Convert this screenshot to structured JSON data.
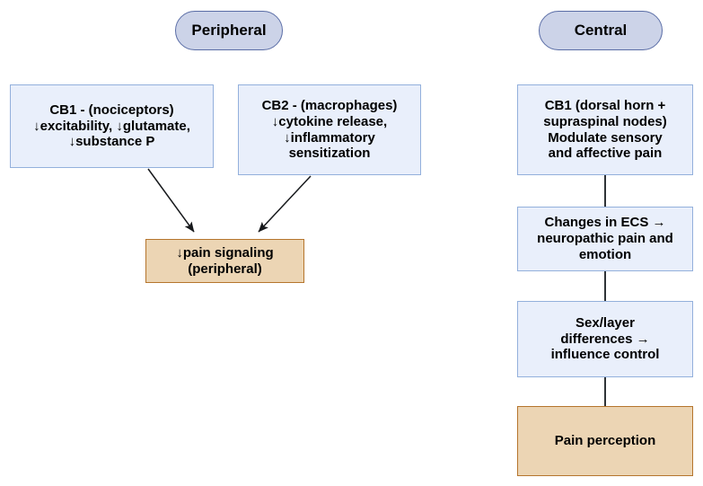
{
  "diagram": {
    "title_columns": [
      {
        "id": "peripheral",
        "label": "Peripheral"
      },
      {
        "id": "central",
        "label": "Central"
      }
    ],
    "colors": {
      "pill_fill": "#ccd3e8",
      "pill_border": "#5a6da6",
      "process_fill": "#e9effb",
      "process_border": "#93b0dc",
      "outcome_fill": "#ecd5b4",
      "outcome_border": "#b5752d",
      "connector": "#2f3337"
    },
    "peripheral": {
      "cb1": "CB1 - (nociceptors)\n↓excitability, ↓glutamate,\n↓substance P",
      "cb2": "CB2 - (macrophages)\n↓cytokine release,\n↓inflammatory\nsensitization",
      "outcome": "↓pain signaling\n(peripheral)"
    },
    "central": {
      "cb1": "CB1 (dorsal horn +\nsupraspinal nodes)\nModulate sensory\nand affective pain",
      "ecs": "Changes in ECS →\nneuropathic pain and\nemotion",
      "sex_layer": "Sex/layer\ndifferences →\ninfluence control",
      "outcome": "Pain perception"
    },
    "connectors": [
      {
        "id": "cb1-to-outcome",
        "type": "arrow",
        "from": "peripheral.cb1",
        "to": "peripheral.outcome"
      },
      {
        "id": "cb2-to-outcome",
        "type": "arrow",
        "from": "peripheral.cb2",
        "to": "peripheral.outcome"
      },
      {
        "id": "central-cb1-to-ecs",
        "type": "line",
        "from": "central.cb1",
        "to": "central.ecs"
      },
      {
        "id": "central-ecs-to-sexlayer",
        "type": "line",
        "from": "central.ecs",
        "to": "central.sex_layer"
      },
      {
        "id": "central-sexlayer-to-outcome",
        "type": "line",
        "from": "central.sex_layer",
        "to": "central.outcome"
      }
    ]
  }
}
